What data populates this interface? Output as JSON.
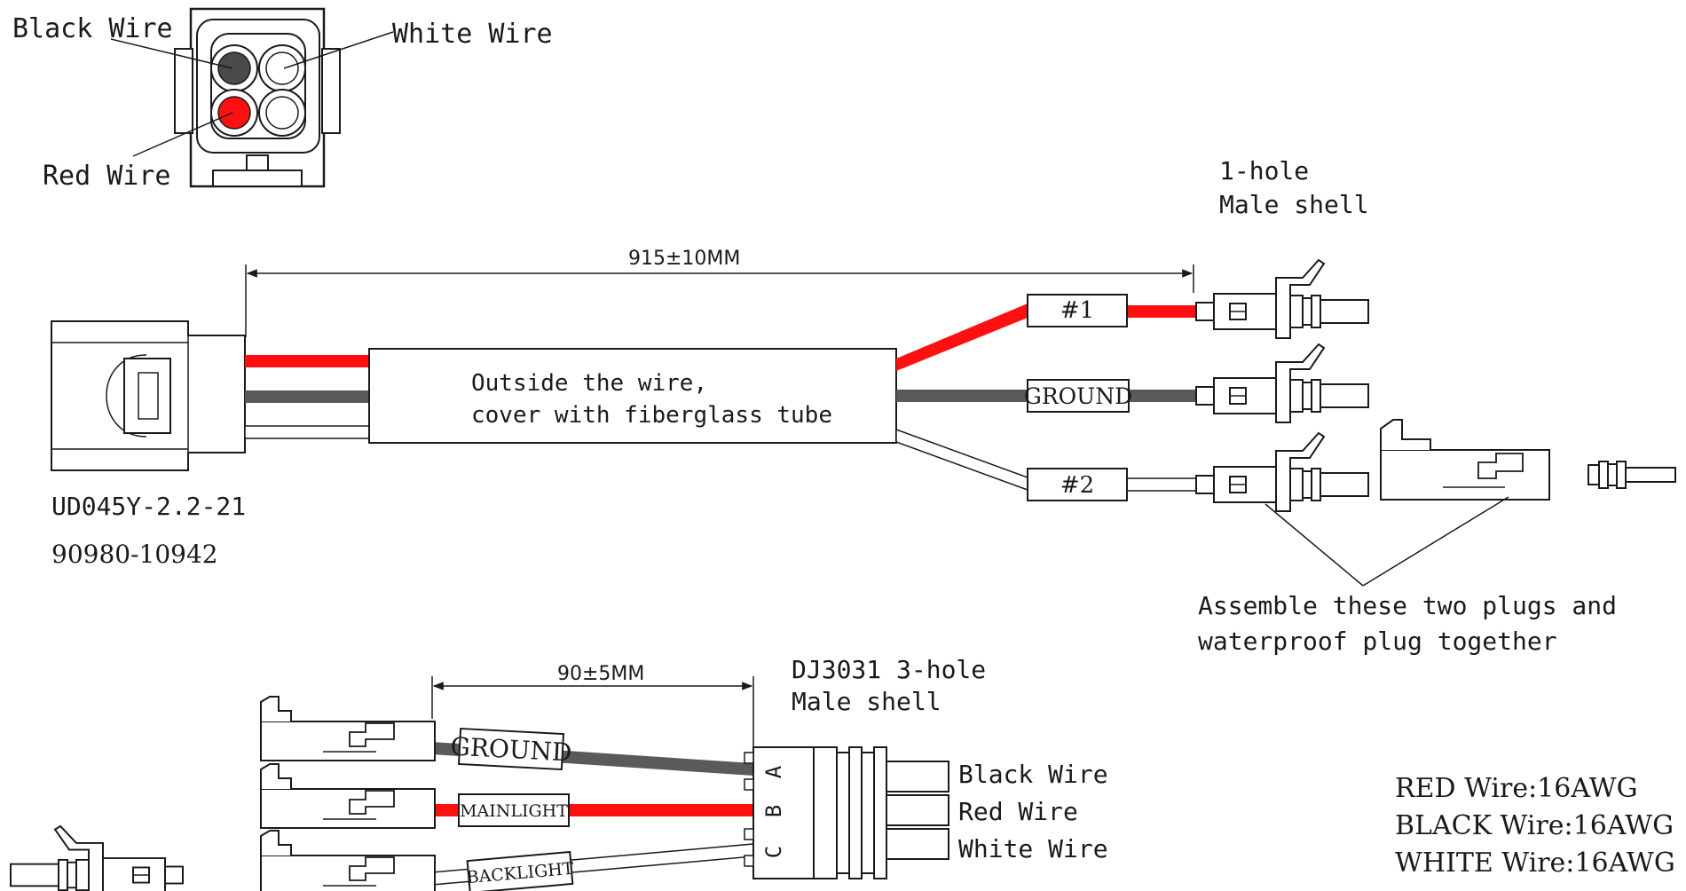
{
  "colors": {
    "red": "#ff1010",
    "black": "#5a5a5a",
    "white": "#ffffff",
    "outline": "#1a1a1a"
  },
  "top_connector": {
    "black_label": "Black Wire",
    "white_label": "White Wire",
    "red_label": "Red Wire"
  },
  "main_harness": {
    "dimension": "915±10MM",
    "tube_line1": "Outside the wire,",
    "tube_line2": "cover with fiberglass tube",
    "part_number_1": "UD045Y-2.2-21",
    "part_number_2": "90980-10942",
    "tag_1": "#1",
    "tag_ground": "GROUND",
    "tag_2": "#2",
    "shell_line1": "1-hole",
    "shell_line2": "Male shell",
    "assemble_line1": "Assemble these two plugs and",
    "assemble_line2": "waterproof plug together"
  },
  "sub_harness": {
    "dimension": "90±5MM",
    "shell_line1": "DJ3031 3-hole",
    "shell_line2": "Male shell",
    "tag_ground": "GROUND",
    "tag_mainlight": "MAINLIGHT",
    "tag_backlight": "BACKLIGHT",
    "pin_a": "A",
    "pin_b": "B",
    "pin_c": "C",
    "black_label": "Black Wire",
    "red_label": "Red Wire",
    "white_label": "White Wire"
  },
  "wire_specs": {
    "red": "RED Wire:16AWG",
    "black": "BLACK Wire:16AWG",
    "white": "WHITE Wire:16AWG"
  }
}
